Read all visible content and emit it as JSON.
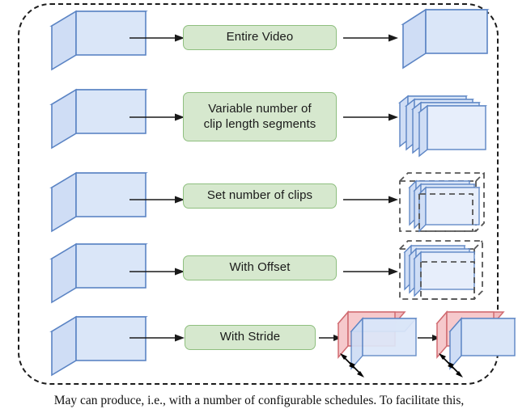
{
  "figure": {
    "panel_border_style": "dashed-rounded",
    "background_color": "#ffffff",
    "caption_partial": "May can produce, i.e., with a number of configurable schedules. To facilitate this,"
  },
  "colors": {
    "cube_fill": "#dae6f8",
    "cube_fill_light": "#e7eefb",
    "cube_stroke": "#5b84c4",
    "cube_top_fill": "#ccdcf4",
    "cube_side_fill": "#cfddf5",
    "label_fill": "#d6e8ce",
    "label_stroke": "#8fbf7f",
    "label_text": "#1a1a1a",
    "red_fill": "#f6c9cc",
    "red_top_fill": "#f3bcc0",
    "red_stroke": "#d06a70",
    "dashed_stroke": "#555555",
    "arrow_color": "#1a1a1a",
    "panel_stroke": "#1c1c1c"
  },
  "rows": [
    {
      "id": "entire-video",
      "label": "Entire Video",
      "label_lines": 1,
      "input_icon": "video-cube-icon",
      "output_icon": "video-cube-icon",
      "output_kind": "single-cube",
      "arrows": 2
    },
    {
      "id": "variable-segments",
      "label": "Variable number of\nclip length segments",
      "label_lines": 2,
      "input_icon": "video-cube-icon",
      "output_icon": "clip-stack-icon",
      "output_kind": "slab-stack",
      "slab_count": 4,
      "arrows": 2
    },
    {
      "id": "set-number-clips",
      "label": "Set number of clips",
      "label_lines": 1,
      "input_icon": "video-cube-icon",
      "output_icon": "clip-stack-dashed-icon",
      "output_kind": "slab-stack-in-dashed-box",
      "slab_count": 4,
      "arrows": 2
    },
    {
      "id": "with-offset",
      "label": "With Offset",
      "label_lines": 1,
      "input_icon": "video-cube-icon",
      "output_icon": "clip-stack-offset-dashed-icon",
      "output_kind": "slab-stack-offset-in-dashed-box",
      "slab_count": 4,
      "arrows": 2
    },
    {
      "id": "with-stride",
      "label": "With Stride",
      "label_lines": 1,
      "input_icon": "video-cube-icon",
      "output_icon": "stride-cube-icon",
      "output_kind": "stride-pair",
      "stride_stages": 2,
      "stride_arrow_count": 2,
      "arrows": 3
    }
  ]
}
